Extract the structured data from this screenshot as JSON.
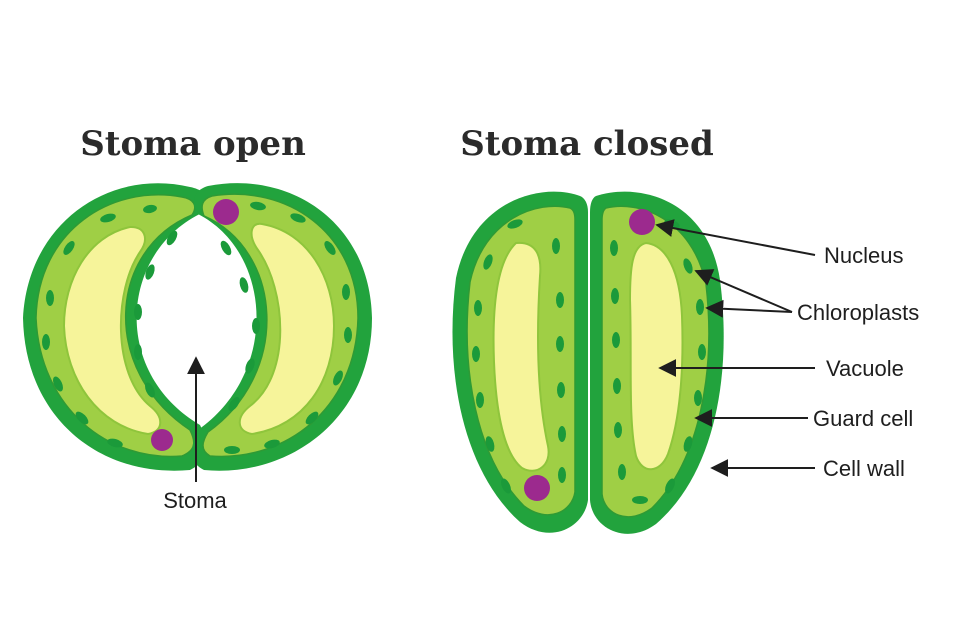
{
  "titles": {
    "open": "Stoma open",
    "closed": "Stoma closed"
  },
  "labels": {
    "stoma": "Stoma",
    "nucleus": "Nucleus",
    "chloroplasts": "Chloroplasts",
    "vacuole": "Vacuole",
    "guard_cell": "Guard cell",
    "cell_wall": "Cell wall"
  },
  "colors": {
    "cell_wall": "#22a33d",
    "cytoplasm": "#9fcf45",
    "vacuole": "#f6f49a",
    "chloroplast": "#1b9a3a",
    "nucleus": "#9c2a8e",
    "text": "#1e1e1e"
  }
}
